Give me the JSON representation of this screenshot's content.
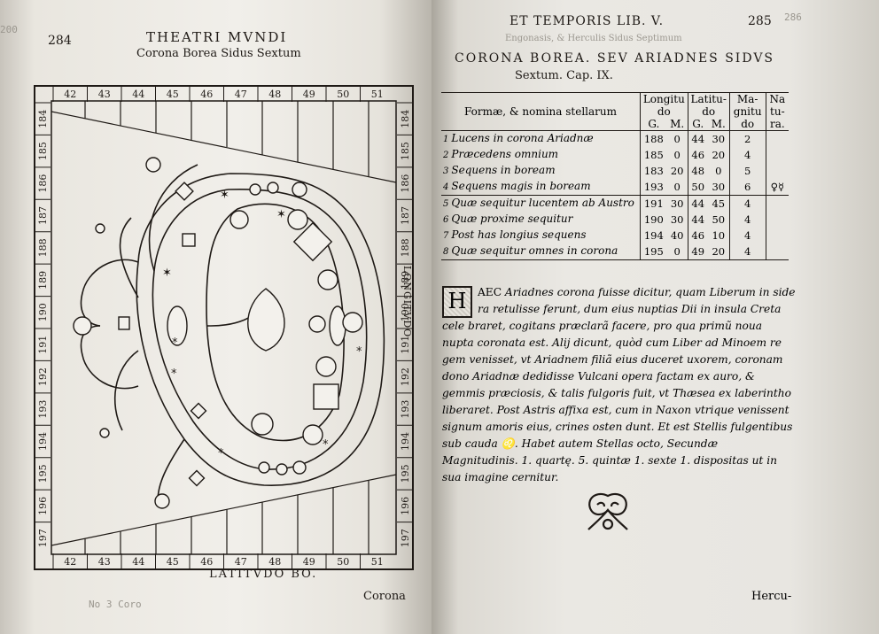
{
  "left_page": {
    "page_number": "284",
    "running_head": "THEATRI MVNDI",
    "subtitle": "Corona Borea Sidus Sextum",
    "top_scale": [
      "42",
      "43",
      "44",
      "45",
      "46",
      "47",
      "48",
      "49",
      "50",
      "51"
    ],
    "bottom_scale": [
      "42",
      "43",
      "44",
      "45",
      "46",
      "47",
      "48",
      "49",
      "50",
      "51"
    ],
    "left_scale": [
      "184",
      "185",
      "186",
      "187",
      "188",
      "189",
      "190",
      "191",
      "192",
      "193",
      "194",
      "195",
      "196",
      "197"
    ],
    "right_scale": [
      "184",
      "185",
      "186",
      "187",
      "188",
      "189",
      "190",
      "191",
      "192",
      "193",
      "194",
      "195",
      "196",
      "197"
    ],
    "vertical_label": "LONGITVDO",
    "bottom_label": "LATITVDO BO.",
    "catchword": "Corona",
    "margin_note_top": "200",
    "margin_note_bottom": "No 3  Coro"
  },
  "right_page": {
    "running_head": "ET TEMPORIS LIB. V.",
    "page_number": "285",
    "title": "CORONA BOREA. SEV ARIADNES SIDVS",
    "subtitle": "Sextum.  Cap. IX.",
    "table": {
      "name_header": "Formæ, & nomina stellarum",
      "col_headers": [
        "Longitu do",
        "Latitu- do",
        "Ma- gnitu do",
        "Na tu- ra."
      ],
      "sub_headers": [
        "G.",
        "M.",
        "G.",
        "M."
      ],
      "rows": [
        {
          "n": "1",
          "name": "Lucens in corona Ariadnæ",
          "lg": "188",
          "lm": "0",
          "bg": "44",
          "bm": "30",
          "mag": "2",
          "nat": ""
        },
        {
          "n": "2",
          "name": "Præcedens omnium",
          "lg": "185",
          "lm": "0",
          "bg": "46",
          "bm": "20",
          "mag": "4",
          "nat": ""
        },
        {
          "n": "3",
          "name": "Sequens in boream",
          "lg": "183",
          "lm": "20",
          "bg": "48",
          "bm": "0",
          "mag": "5",
          "nat": ""
        },
        {
          "n": "4",
          "name": "Sequens magis in boream",
          "lg": "193",
          "lm": "0",
          "bg": "50",
          "bm": "30",
          "mag": "6",
          "nat": "♀☿"
        },
        {
          "n": "5",
          "name": "Quæ sequitur lucentem ab Austro",
          "lg": "191",
          "lm": "30",
          "bg": "44",
          "bm": "45",
          "mag": "4",
          "nat": ""
        },
        {
          "n": "6",
          "name": "Quæ proxime sequitur",
          "lg": "190",
          "lm": "30",
          "bg": "44",
          "bm": "50",
          "mag": "4",
          "nat": ""
        },
        {
          "n": "7",
          "name": "Post has longius sequens",
          "lg": "194",
          "lm": "40",
          "bg": "46",
          "bm": "10",
          "mag": "4",
          "nat": ""
        },
        {
          "n": "8",
          "name": "Quæ sequitur omnes in corona",
          "lg": "195",
          "lm": "0",
          "bg": "49",
          "bm": "20",
          "mag": "4",
          "nat": ""
        }
      ]
    },
    "dropcap": "H",
    "body_lead": "AEC",
    "body_text": "Ariadnes corona fuisse dicitur, quam Liberum in side ra retulisse ferunt, dum eius nuptias Dii in insula Creta cele braret, cogitans præclarã facere, pro qua primũ noua nupta coronata est. Alij dicunt, quòd cum Liber ad Minoem re gem venisset, vt Ariadnem filiã eius duceret uxorem, coronam dono Ariadnæ dedidisse Vulcani opera factam ex auro, & gemmis præciosis, & talis fulgoris fuit, vt Thæsea ex laberintho liberaret. Post Astris affixa est, cum in Naxon vtrique venissent signum amoris eius, crines osten dunt. Et est Stellis fulgentibus sub cauda ♌. Habet autem Stellas octo, Secundæ Magnitudinis. 1. quartę. 5. quintæ 1. sexte 1. dispositas ut in sua imagine cernitur.",
    "catchword": "Hercu-",
    "margin_note_top": "286",
    "bleed_through": "Engonasis, & Herculis Sidus Septimum"
  }
}
